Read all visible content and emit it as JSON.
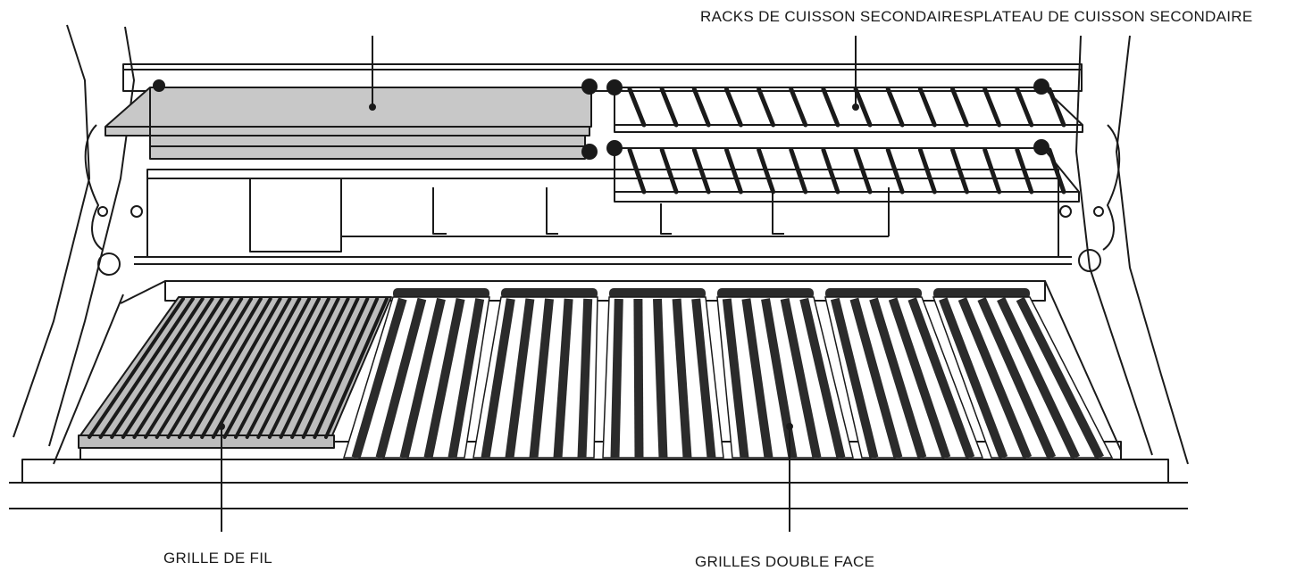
{
  "labels": {
    "top_callout": "RACKS DE CUISSON SECONDAIRESPLATEAU DE CUISSON SECONDAIRE",
    "wire_grill": "GRILLE DE FIL",
    "double_face_grates": "GRILLES DOUBLE FACE"
  },
  "diagram": {
    "subject": "barbecue cooking surface with warming racks and tray",
    "counts": {
      "upper_rack_rods": 14,
      "wire_grill_rods": 22,
      "double_face_grate_sections": 6,
      "rods_per_grate_section": 5
    },
    "colors": {
      "stroke": "#1a1a1a",
      "tray_fill": "#c8c8c8",
      "wire_grill_fill": "#bdbdbd",
      "grate_fill": "#2b2b2b",
      "background": "#ffffff"
    }
  }
}
